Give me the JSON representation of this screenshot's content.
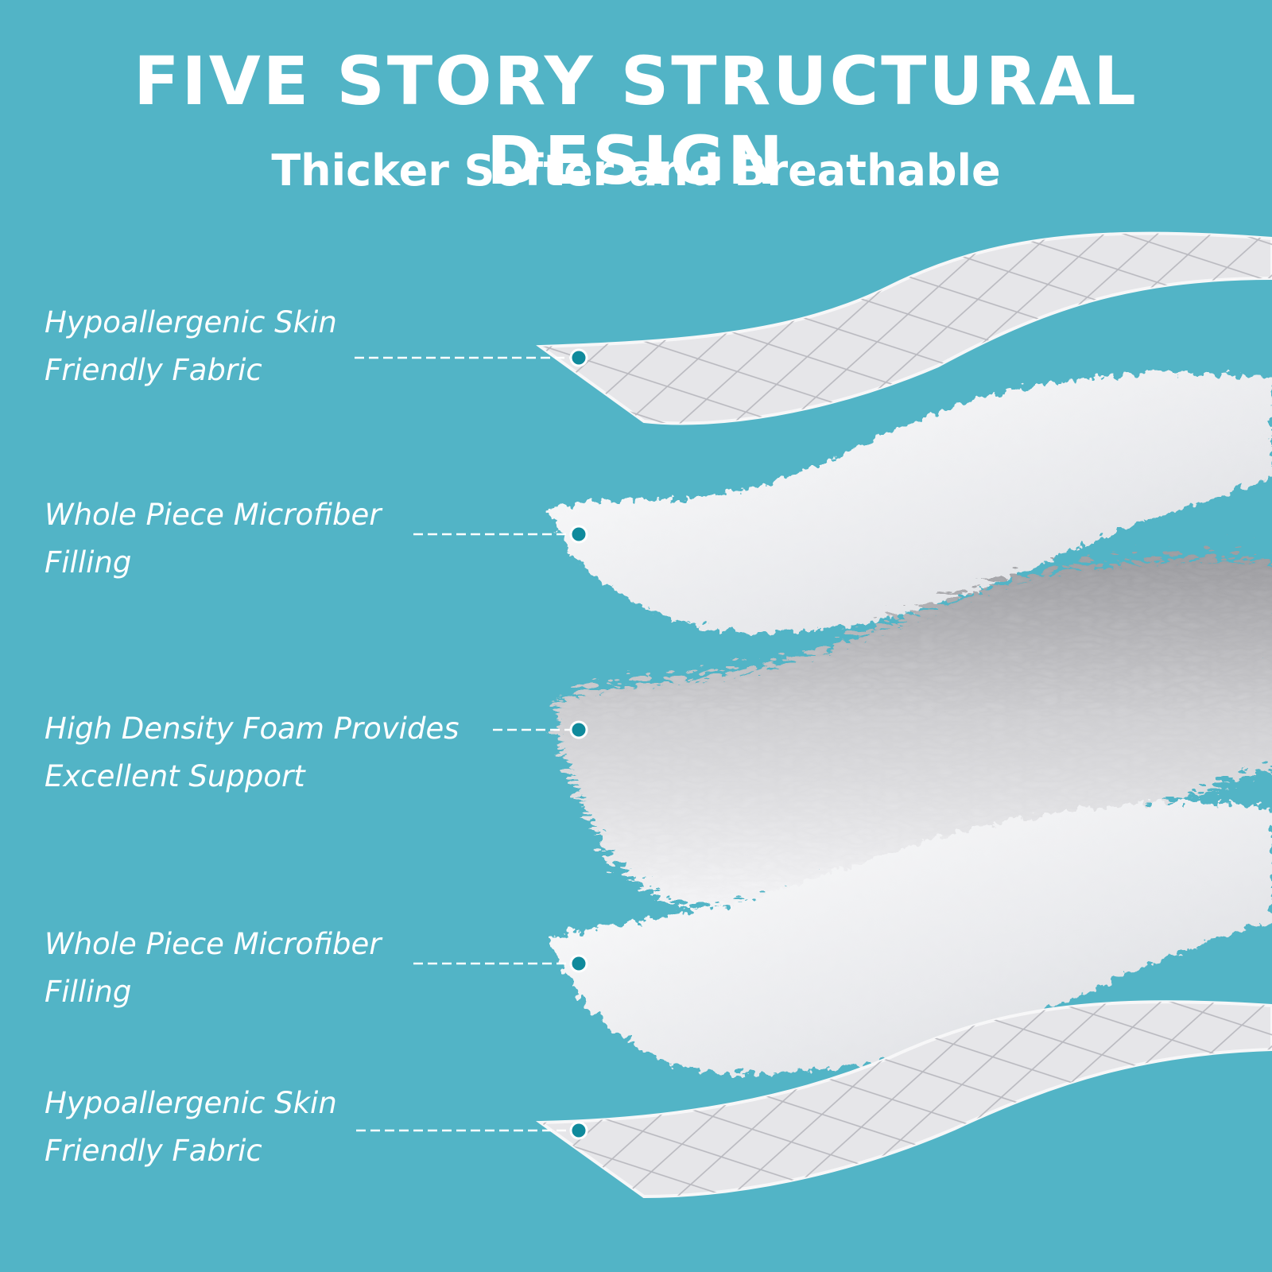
{
  "header": {
    "title": "FIVE STORY STRUCTURAL DESIGN",
    "subtitle": "Thicker Softer and Breathable"
  },
  "layers": [
    {
      "line1": "Hypoallergenic Skin",
      "line2": "Friendly Fabric"
    },
    {
      "line1": "Whole Piece Microfiber",
      "line2": "Filling"
    },
    {
      "line1": "High Density Foam Provides",
      "line2": "Excellent Support"
    },
    {
      "line1": "Whole Piece Microfiber",
      "line2": "Filling"
    },
    {
      "line1": "Hypoallergenic Skin",
      "line2": "Friendly Fabric"
    }
  ],
  "colors": {
    "background": "#52b4c6",
    "marker_dot": "#0f8a9c",
    "fabric": "#e6e6e9",
    "fiber": "#f4f5f7",
    "foam": "#c9c9cc"
  }
}
